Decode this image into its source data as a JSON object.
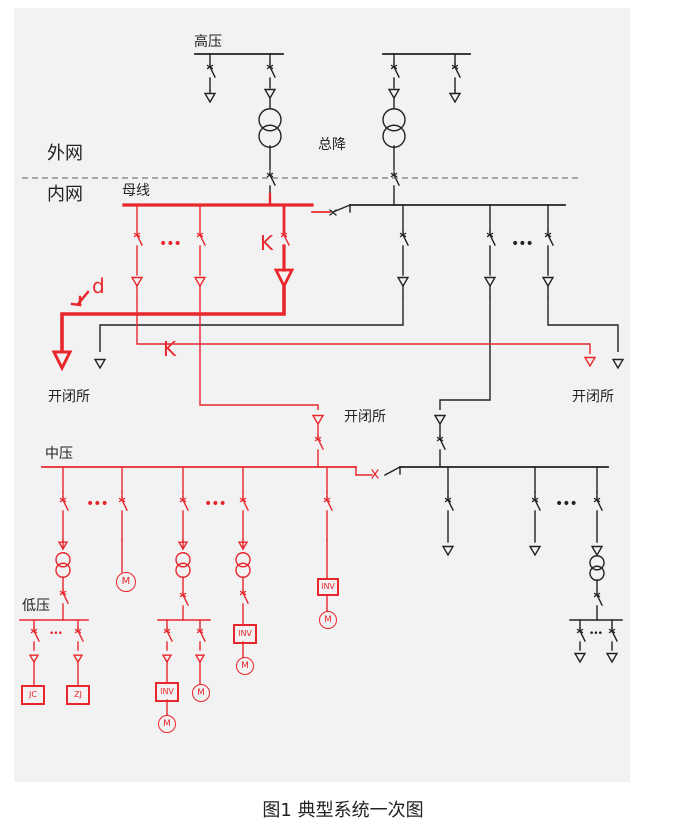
{
  "labels": {
    "high_voltage": "高压",
    "main_step_down": "总降",
    "outer_network": "外网",
    "inner_network": "内网",
    "busbar": "母线",
    "switching_station_left": "开闭所",
    "switching_station_right": "开闭所",
    "switching_station_center": "开闭所",
    "medium_voltage": "中压",
    "low_voltage": "低压",
    "k1": "K",
    "k2": "K",
    "d": "d",
    "ellipsis_1": "•••",
    "ellipsis_2": "•••",
    "ellipsis_3": "•••",
    "ellipsis_4": "•••",
    "ellipsis_5": "•••",
    "ellipsis_lv_1": "•••",
    "ellipsis_lv_2": "•••",
    "motor": "M",
    "inverter": "INV",
    "jc": "JC",
    "zj": "ZJ"
  },
  "caption": "图1 典型系统一次图",
  "colors": {
    "red": "#e8262d",
    "black": "#222222",
    "dash": "#777777"
  }
}
